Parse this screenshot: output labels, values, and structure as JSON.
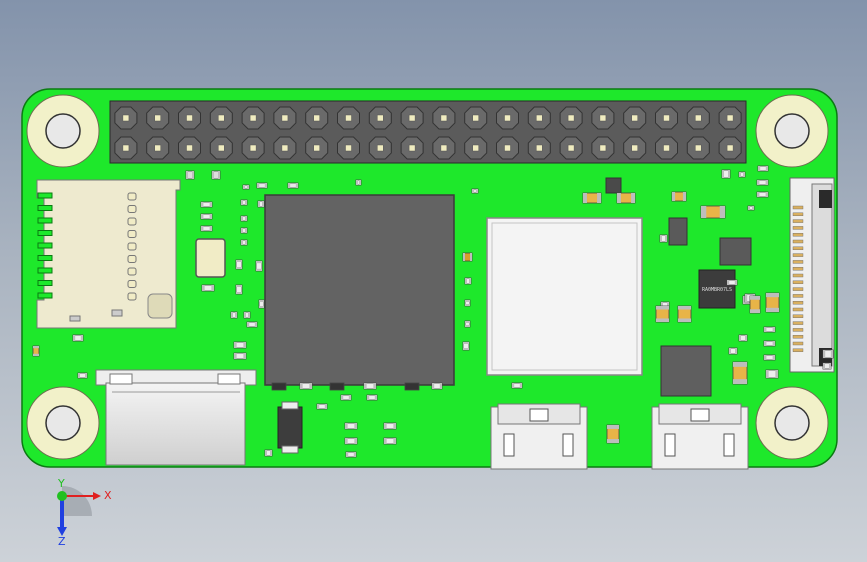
{
  "scene": {
    "background_top": "#8393ab",
    "background_bottom": "#cdd2d8"
  },
  "board": {
    "pcb_color": "#1ee82b",
    "chip_label": "RA0MBR07LS",
    "connector_color": "#5b5b5b",
    "pin_count_per_row": 20,
    "pin_rows": 2
  },
  "axes": {
    "x_label": "X",
    "y_label": "Y",
    "z_label": "Z",
    "x_color": "#e02020",
    "y_color": "#20c020",
    "z_color": "#2040e0"
  }
}
